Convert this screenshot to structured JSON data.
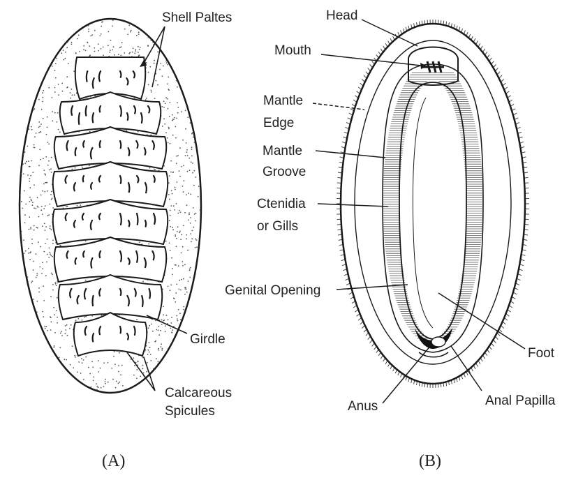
{
  "figure_a": {
    "labels": {
      "shell_plates": "Shell Paltes",
      "girdle": "Girdle",
      "spicules_line1": "Calcareous",
      "spicules_line2": "Spicules"
    },
    "caption": "(A)"
  },
  "figure_b": {
    "labels": {
      "head": "Head",
      "mouth": "Mouth",
      "mantle_edge_line1": "Mantle",
      "mantle_edge_line2": "Edge",
      "mantle_groove_line1": "Mantle",
      "mantle_groove_line2": "Groove",
      "ctenidia_line1": "Ctenidia",
      "ctenidia_line2": "or Gills",
      "genital_opening": "Genital Opening",
      "foot": "Foot",
      "anus": "Anus",
      "anal_papilla": "Anal Papilla"
    },
    "caption": "(B)"
  },
  "colors": {
    "ink": "#1a1a1a",
    "background": "#ffffff"
  }
}
